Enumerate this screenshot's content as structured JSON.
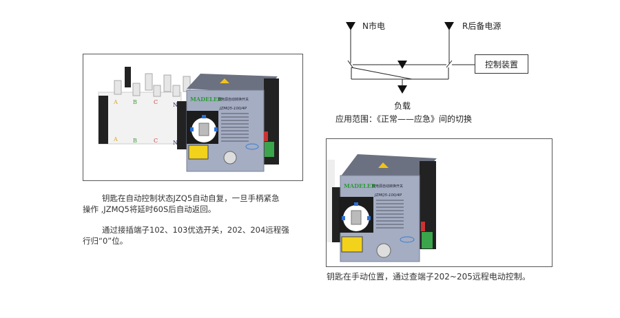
{
  "left_panel": {
    "product": {
      "brand": "MADELER",
      "title": "双电源自动转换开关",
      "model": "JZMQ5-100/4P",
      "phases": [
        "A",
        "B",
        "C",
        "N"
      ]
    },
    "paragraphs": [
      {
        "line1": "钥匙在自动控制状态JZQ5自动自复，一旦手柄紧急",
        "line2": "操作 ,JZMQ5将延时60S后自动返回。"
      },
      {
        "line1": "通过接插端子102、103优选开关，202、204远程强",
        "line2": "行归“0”位。"
      }
    ]
  },
  "diagram": {
    "source_n": "N市电",
    "source_r": "R后备电源",
    "controller": "控制装置",
    "load": "负载",
    "caption": "应用范围：《正常——应急》间的切换"
  },
  "right_panel": {
    "product": {
      "brand": "MADELER",
      "title": "双电源自动转换开关",
      "model": "JZMQ5-100/4P"
    },
    "caption": "钥匙在手动位置，通过查端子202~205远程电动控制。"
  },
  "colors": {
    "panel": "#9aa3b8",
    "brand": "#2f9a3a",
    "handle_knob": "#2b6fd6",
    "button": "#f2d21b",
    "terminal": "#3aa54a"
  }
}
